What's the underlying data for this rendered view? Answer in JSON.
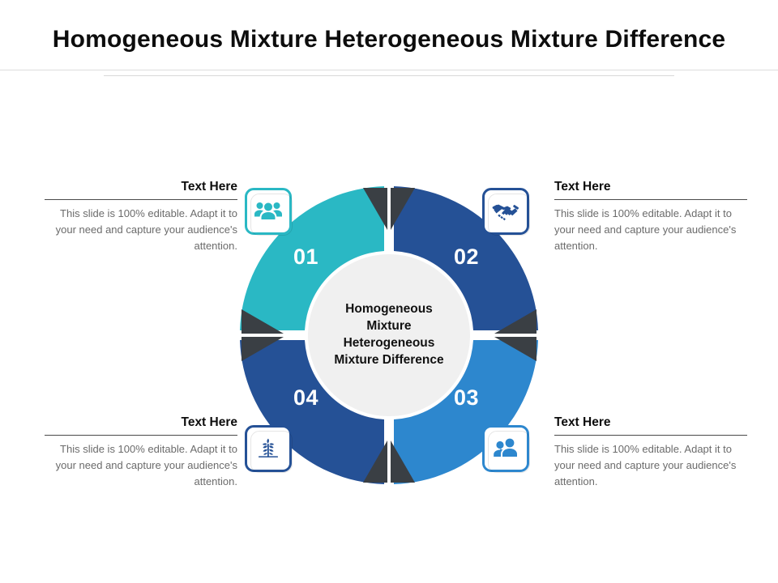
{
  "slide": {
    "title": "Homogeneous Mixture Heterogeneous Mixture Difference",
    "background": "#ffffff"
  },
  "center": {
    "label": "Homogeneous Mixture Heterogeneous Mixture Difference",
    "line1": "Homogeneous",
    "line2": "Mixture",
    "line3": "Heterogeneous",
    "line4": "Mixture Difference",
    "fill": "#f0f0f0",
    "text_color": "#111111"
  },
  "palette": {
    "teal": "#2ab8c4",
    "dark_blue": "#255196",
    "medium_blue": "#2d87ce",
    "notch": "#3a3f44",
    "body_text": "#6b6b6b",
    "heading_text": "#0d0d0d"
  },
  "segments": [
    {
      "number": "01",
      "position": "top-left",
      "color": "#2ab8c4",
      "icon": "group-of-people-icon",
      "icon_color": "#2ab8c4",
      "heading": "Text Here",
      "body": "This slide is 100% editable.  Adapt it to your need and capture your audience's attention."
    },
    {
      "number": "02",
      "position": "top-right",
      "color": "#255196",
      "icon": "handshake-icon",
      "icon_color": "#255196",
      "heading": "Text Here",
      "body": "This slide is 100% editable.  Adapt it to your need and capture your audience's attention."
    },
    {
      "number": "03",
      "position": "bottom-right",
      "color": "#2d87ce",
      "icon": "two-people-icon",
      "icon_color": "#2d87ce",
      "heading": "Text Here",
      "body": "This slide is 100% editable.  Adapt it to your need and capture your audience's attention."
    },
    {
      "number": "04",
      "position": "bottom-left",
      "color": "#255196",
      "icon": "plant-sapling-icon",
      "icon_color": "#255196",
      "heading": "Text Here",
      "body": "This slide is 100% editable.  Adapt it to your need and capture your audience's attention."
    }
  ]
}
